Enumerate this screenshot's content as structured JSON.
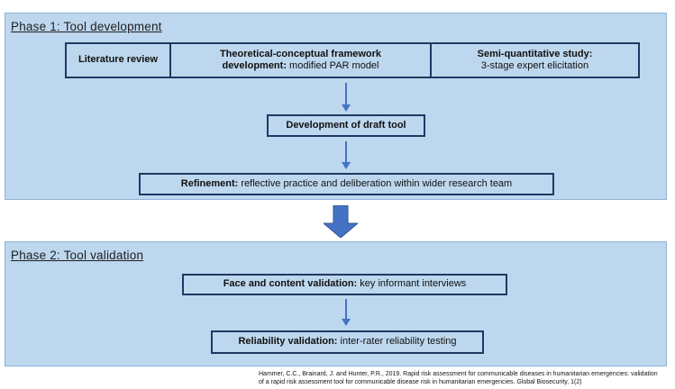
{
  "colors": {
    "panel_fill": "#BDD7EE",
    "panel_border": "#8FB3D6",
    "box_border": "#1F3864",
    "arrow_fill": "#4472C4",
    "arrow_stroke": "#2F5597",
    "text": "#1A1A1A"
  },
  "phase1": {
    "title": "Phase 1: Tool development",
    "literature_box": {
      "label": "Literature review"
    },
    "framework_box": {
      "line1_bold": "Theoretical-conceptual framework",
      "line2_bold": "development:",
      "line2_regular": " modified PAR model"
    },
    "study_box": {
      "line1_bold": "Semi-quantitative study:",
      "line2_regular": "3-stage expert elicitation"
    },
    "draft_box": {
      "label": "Development of draft tool"
    },
    "refinement_box": {
      "bold": "Refinement:",
      "regular": " reflective practice and deliberation within wider research team"
    }
  },
  "phase2": {
    "title": "Phase 2: Tool validation",
    "face_box": {
      "bold": "Face and content validation:",
      "regular": " key informant interviews"
    },
    "reliability_box": {
      "bold": "Reliability validation:",
      "regular": " inter-rater reliability testing"
    }
  },
  "citation": {
    "line1": "Hammer, C.C., Brainard, J. and Hunter, P.R., 2019. Rapid risk assessment for communicable diseases in humanitarian emergencies: validation",
    "line2": "of a rapid risk assessment tool for communicable disease risk in humanitarian emergencies. Global Biosecurity, 1(2)"
  }
}
